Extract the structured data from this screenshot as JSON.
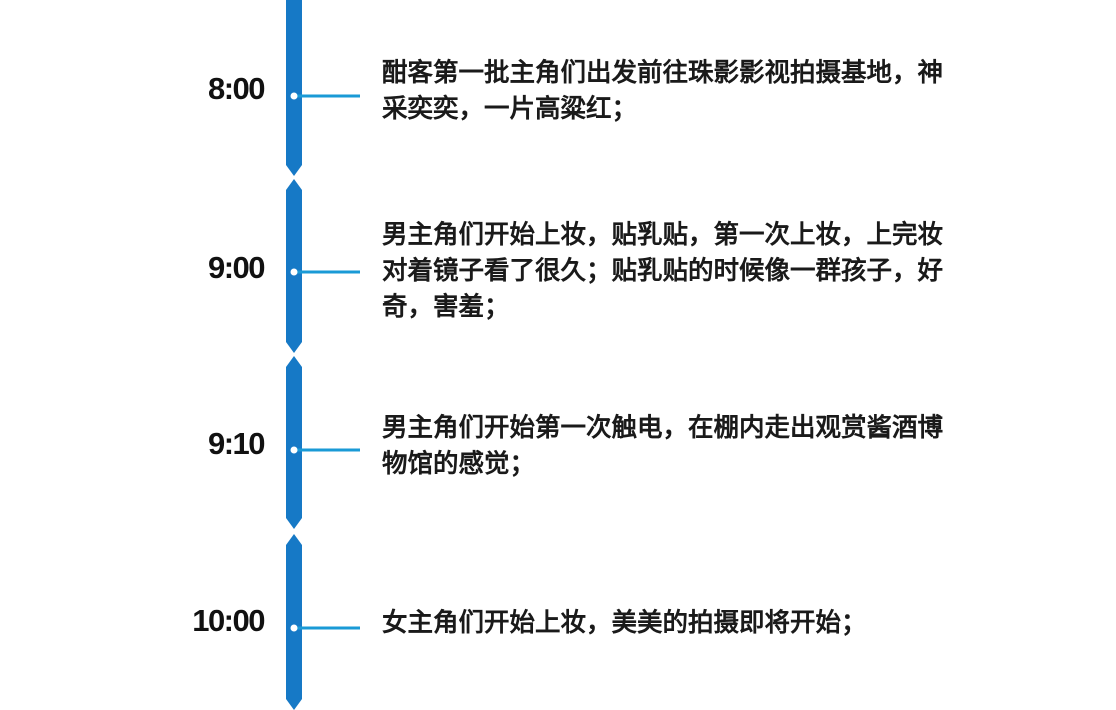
{
  "timeline": {
    "accent_color": "#1679c6",
    "connector_color": "#1a9ad6",
    "entries": [
      {
        "time": "8:00",
        "lines": [
          "酣客第一批主角们出发前往珠影影视拍摄基地，神",
          "采奕奕，一片高粱红；"
        ]
      },
      {
        "time": "9:00",
        "lines": [
          "男主角们开始上妆，贴乳贴，第一次上妆，上完妆",
          "对着镜子看了很久；贴乳贴的时候像一群孩子，好",
          "奇，害羞；"
        ]
      },
      {
        "time": "9:10",
        "lines": [
          "男主角们开始第一次触电，在棚内走出观赏酱酒博",
          "物馆的感觉；"
        ]
      },
      {
        "time": "10:00",
        "lines": [
          "女主角们开始上妆，美美的拍摄即将开始；"
        ]
      }
    ]
  }
}
